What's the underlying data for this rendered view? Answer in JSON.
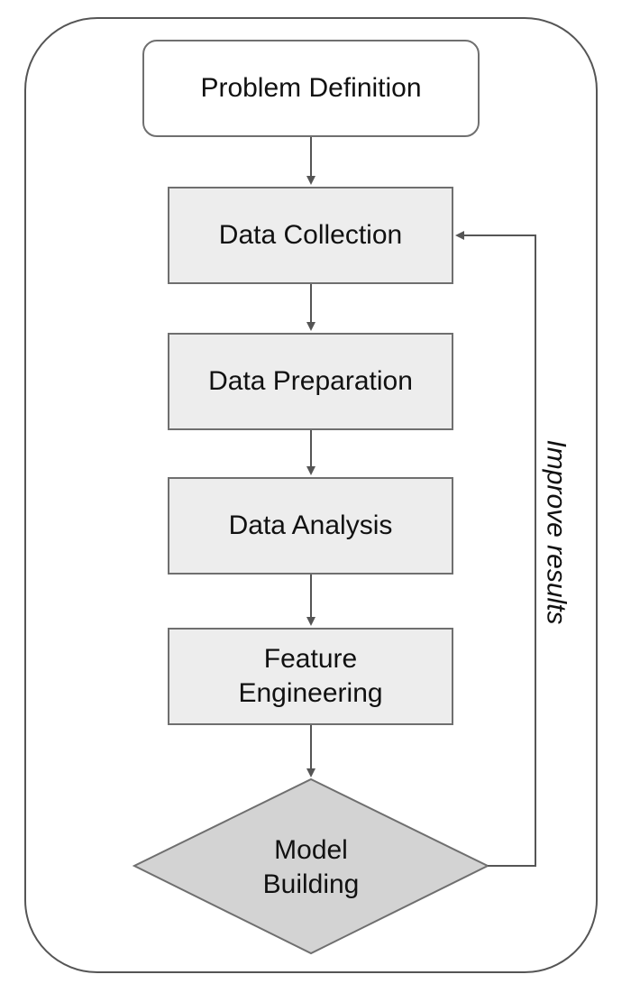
{
  "diagram": {
    "start_node": "Problem Definition",
    "steps": [
      {
        "label": "Data Collection"
      },
      {
        "label": "Data Preparation"
      },
      {
        "label": "Data Analysis"
      },
      {
        "label": "Feature Engineering"
      }
    ],
    "decision": "Model Building",
    "loop_label": "Improve results"
  },
  "colors": {
    "step_fill": "#ededed",
    "decision_fill": "#d3d3d3",
    "stroke": "#6f6f6f"
  }
}
